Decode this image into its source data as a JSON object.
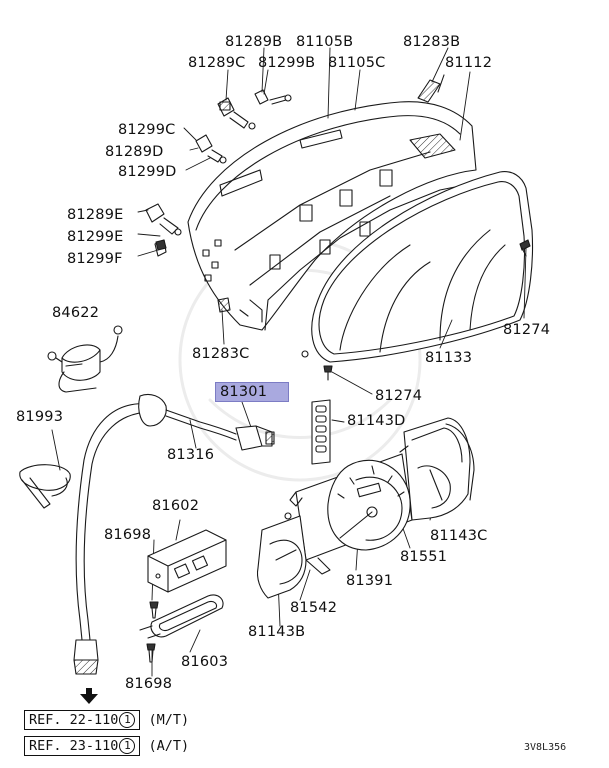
{
  "diagram": {
    "labels": {
      "p81289B": "81289B",
      "p81105B": "81105B",
      "p81283B": "81283B",
      "p81289C": "81289C",
      "p81299B": "81299B",
      "p81105C": "81105C",
      "p81112": "81112",
      "p81299C": "81299C",
      "p81289D": "81289D",
      "p81299D": "81299D",
      "p81289E": "81289E",
      "p81299E": "81299E",
      "p81299F": "81299F",
      "p84622": "84622",
      "p81283C": "81283C",
      "p81133": "81133",
      "p81274a": "81274",
      "p81274b": "81274",
      "p81301": "81301",
      "p81143D": "81143D",
      "p81993": "81993",
      "p81316": "81316",
      "p81602": "81602",
      "p81698a": "81698",
      "p81143C": "81143C",
      "p81551": "81551",
      "p81391": "81391",
      "p81542": "81542",
      "p81143B": "81143B",
      "p81603": "81603",
      "p81698b": "81698"
    },
    "highlighted_part": "81301",
    "references": [
      {
        "ref": "REF. 22-110",
        "num": "1",
        "note": "(M/T)"
      },
      {
        "ref": "REF. 23-110",
        "num": "1",
        "note": "(A/T)"
      }
    ],
    "arrow_glyph": "⬇",
    "diagram_code": "3V8L356"
  }
}
